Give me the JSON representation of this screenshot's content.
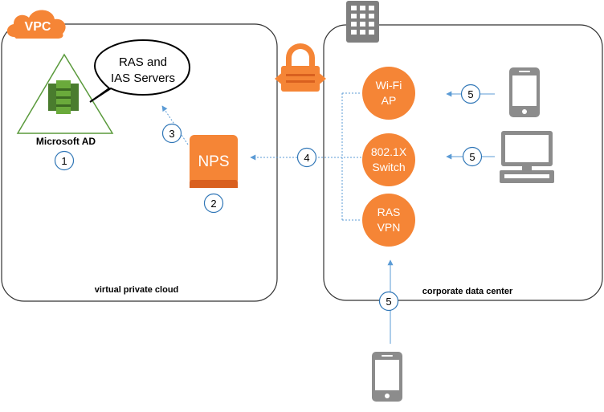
{
  "vpc_badge": "VPC",
  "left_region_label": "virtual private cloud",
  "right_region_label": "corporate data center",
  "microsoft_ad_label": "Microsoft AD",
  "speech_bubble": {
    "line1": "RAS and",
    "line2": "IAS Servers"
  },
  "nps_label": "NPS",
  "wifi_ap": {
    "line1": "Wi-Fi",
    "line2": "AP"
  },
  "switch_8021x": {
    "line1": "802.1X",
    "line2": "Switch"
  },
  "ras_vpn": {
    "line1": "RAS",
    "line2": "VPN"
  },
  "steps": {
    "ad": "1",
    "nps": "2",
    "nps_to_ad": "3",
    "dc_to_nps": "4",
    "wifi_client": "5",
    "switch_client": "5",
    "vpn_client": "5"
  },
  "colors": {
    "orange": "#f58536",
    "orange_dark": "#d9601f",
    "blue_arrow": "#5b9bd5",
    "step_circle_stroke": "#2e75b6",
    "device_gray": "#8c8c8c",
    "ad_green": "#6aaa3b"
  }
}
